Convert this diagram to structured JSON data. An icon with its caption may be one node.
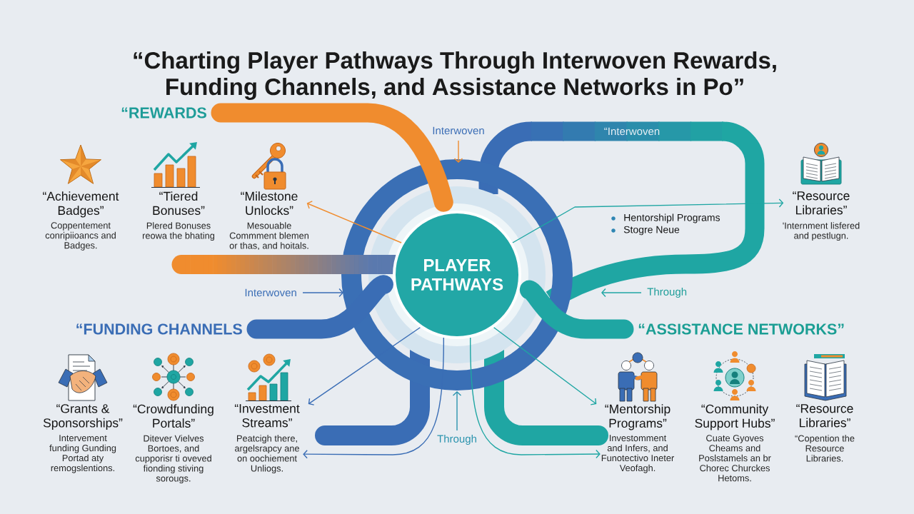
{
  "diagram": {
    "title": "“Charting Player Pathways Through Interwoven Rewards, Funding Channels, and Assistance Networks in Po”",
    "nodes": [
      {
        "text": [
          "“REWARDS"
        ]
      },
      {
        "text": [
          "“Achievement Badges”",
          "Coppentement conripiioancs and Badges."
        ]
      },
      {
        "text": [
          "“Tiered Bonuses”",
          "Plered Bonuses reowa the bhating"
        ]
      },
      {
        "text": [
          "“Milestone Unlocks”",
          "Mesouable Commment blemen or thas, and hoitals."
        ]
      },
      {
        "text": [
          "“Resource Libraries”",
          "'Internment lisfered and pestlugn."
        ]
      },
      {
        "text": [
          "PLAYER PATHWAYS"
        ]
      },
      {
        "text": [
          "“FUNDING CHANNELS"
        ]
      },
      {
        "text": [
          "“ASSISTANCE NETWORKS”"
        ]
      },
      {
        "text": [
          "“Grants & Sponsorships”",
          "Intervement funding Gunding Portad aty remogslentions."
        ]
      },
      {
        "text": [
          "“Crowdfunding Portals”",
          "Ditever Vielves Bortoes, and cupporisr ti oveved fionding stiving sorougs."
        ]
      },
      {
        "text": [
          "“Investment Streams”",
          "Peatcigh there, argelsrapcy ane on oochiement Unliogs."
        ]
      },
      {
        "text": [
          "“Mentorship Programs”",
          "Investomment and Infers, and Funotectivo Ineter Veofagh."
        ]
      },
      {
        "text": [
          "“Community Support Hubs”",
          "Cuate Gyoves Cheams and Poslstamels an br Chorec Churckes Hetoms."
        ]
      },
      {
        "text": [
          "“Resource Libraries”",
          "“Copention the Resource Libraries."
        ]
      }
    ],
    "edges": [
      {
        "from": 0,
        "to": 5,
        "arrow": "none",
        "style": "thick",
        "color": "#f08c2e"
      },
      {
        "from": 6,
        "to": 5,
        "arrow": "none",
        "style": "thick",
        "color": "#3a6db5"
      },
      {
        "from": 7,
        "to": 5,
        "arrow": "none",
        "style": "thick",
        "color": "#1fa6a3"
      },
      {
        "from": 5,
        "to": 3,
        "arrow": "to",
        "color": "#f08c2e"
      },
      {
        "from": 5,
        "to": 4,
        "arrow": "to",
        "color": "#1fa6a3"
      },
      {
        "from": 5,
        "to": 10,
        "arrow": "to",
        "color": "#3a6db5"
      },
      {
        "from": 5,
        "to": 11,
        "arrow": "to",
        "color": "#1fa6a3"
      },
      {
        "from": 5,
        "to": 10,
        "arrow": "to",
        "color": "#3a6db5"
      },
      {
        "from": 5,
        "to": 11,
        "arrow": "to",
        "color": "#1fa6a3"
      }
    ],
    "labels": [
      "Interwoven",
      "“Interwoven",
      "Hentorshipl Programs",
      "Stogre Neue",
      "Interwoven",
      "Through",
      "Through"
    ]
  }
}
